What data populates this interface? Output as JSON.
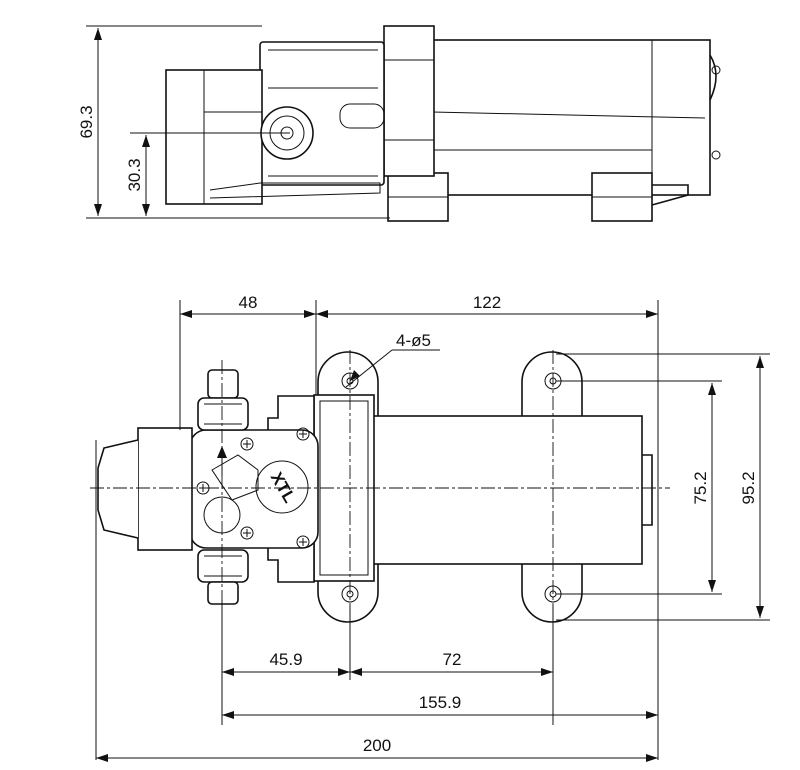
{
  "brand": {
    "logo": "XTL"
  },
  "dimensions": {
    "side_total_height": "69.3",
    "side_port_height": "30.3",
    "top_head_length": "48",
    "top_body_length": "122",
    "hole_callout": "4-ø5",
    "mount_inner_width": "75.2",
    "mount_outer_width": "95.2",
    "port_to_hole": "45.9",
    "hole_spacing": "72",
    "port_to_end": "155.9",
    "overall_length": "200"
  }
}
